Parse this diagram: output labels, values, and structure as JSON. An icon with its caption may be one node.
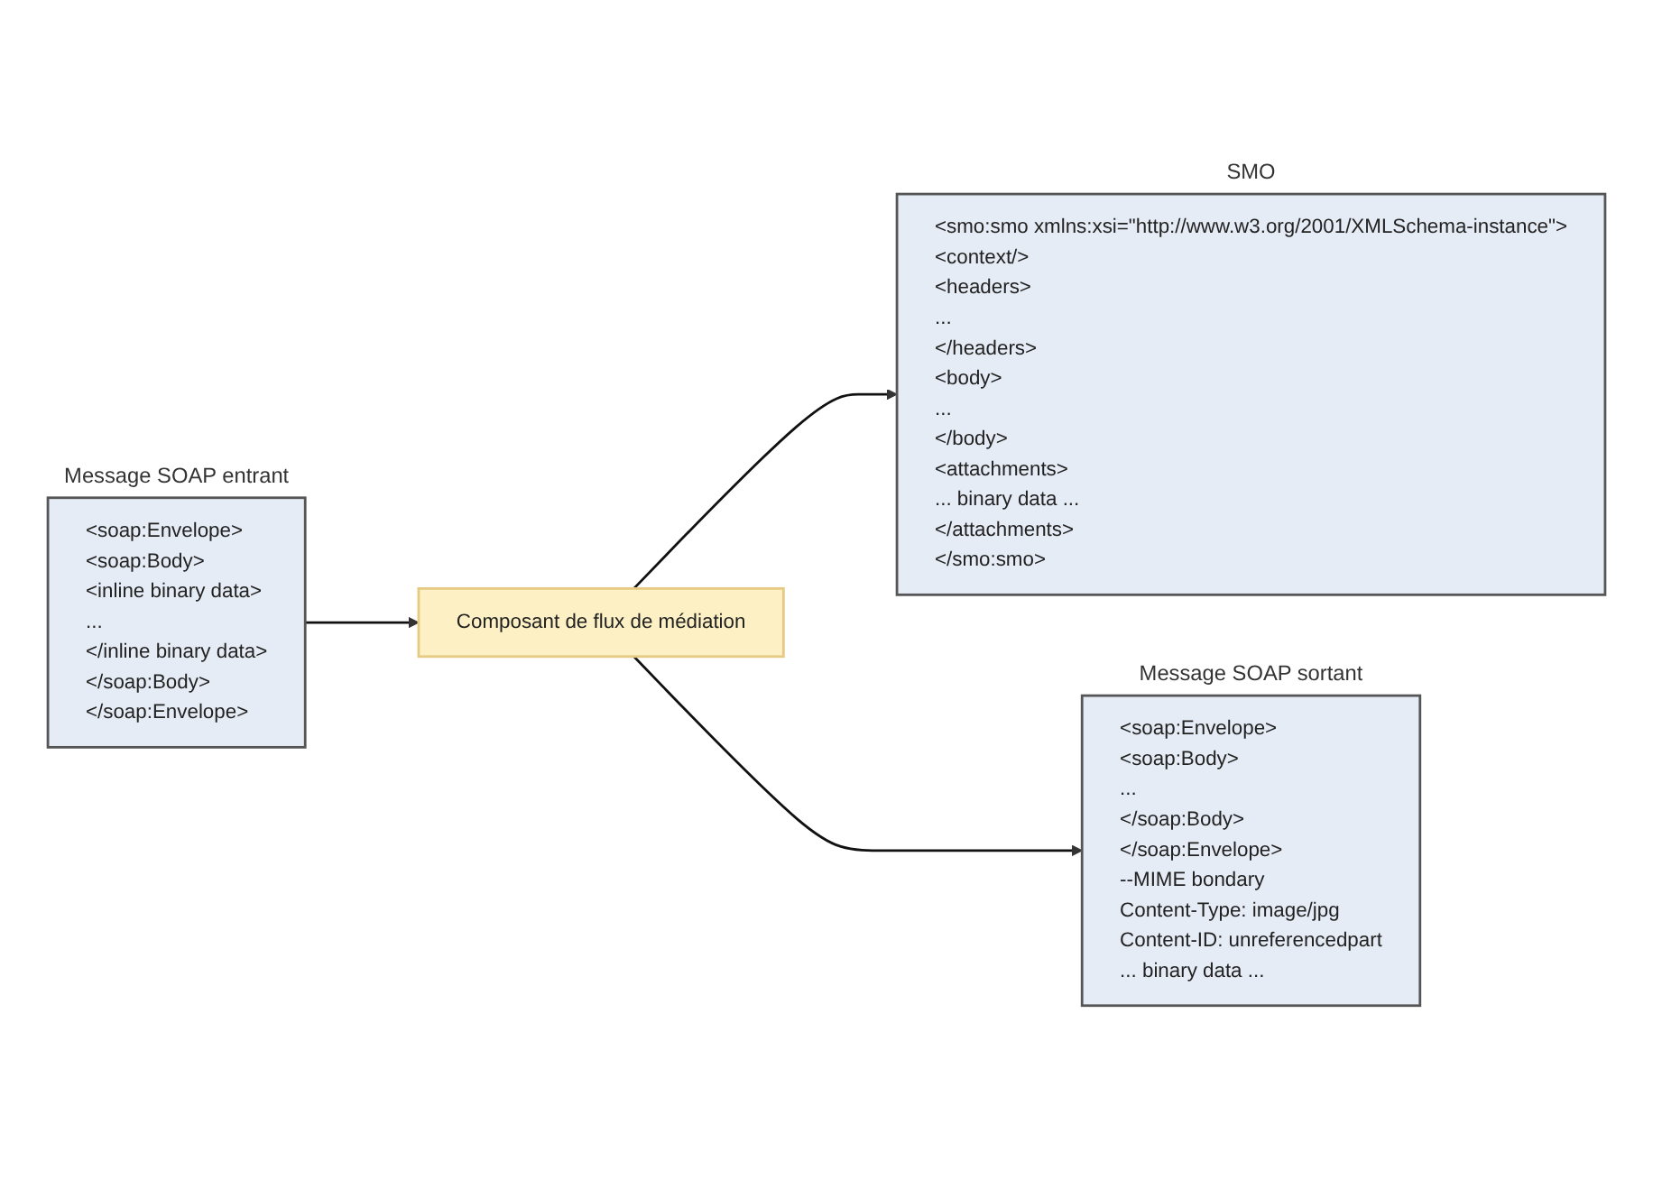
{
  "diagram": {
    "nodes": [
      {
        "text": [
          "<soap:Envelope>",
          "<soap:Body>",
          "<inline binary data>",
          "...",
          "</inline binary data>",
          "</soap:Body>",
          "</soap:Envelope>"
        ],
        "beside": [
          "Message SOAP entrant"
        ]
      },
      {
        "text": [
          "Composant de flux de médiation"
        ]
      },
      {
        "text": [
          "<soap:Envelope>",
          "<soap:Body>",
          "...",
          "</soap:Body>",
          "</soap:Envelope>",
          "--MIME bondary",
          "Content-Type: image/jpg",
          "Content-ID: unreferencedpart",
          "... binary data ..."
        ],
        "beside": [
          "Message SOAP sortant"
        ]
      },
      {
        "text": [
          "<smo:smo xmlns:xsi=\"http://www.w3.org/2001/XMLSchema-instance\">",
          "<context/>",
          "<headers>",
          "...",
          "</headers>",
          "<body>",
          "...",
          "</body>",
          "<attachments>",
          "... binary data ...",
          "</attachments>",
          "</smo:smo>"
        ],
        "beside": [
          "SMO"
        ]
      }
    ],
    "edges": [
      {
        "from": 0,
        "to": 1,
        "arrow": "to"
      },
      {
        "from": 1,
        "to": 2,
        "arrow": "to"
      },
      {
        "from": 1,
        "to": 3,
        "arrow": "to"
      }
    ]
  }
}
